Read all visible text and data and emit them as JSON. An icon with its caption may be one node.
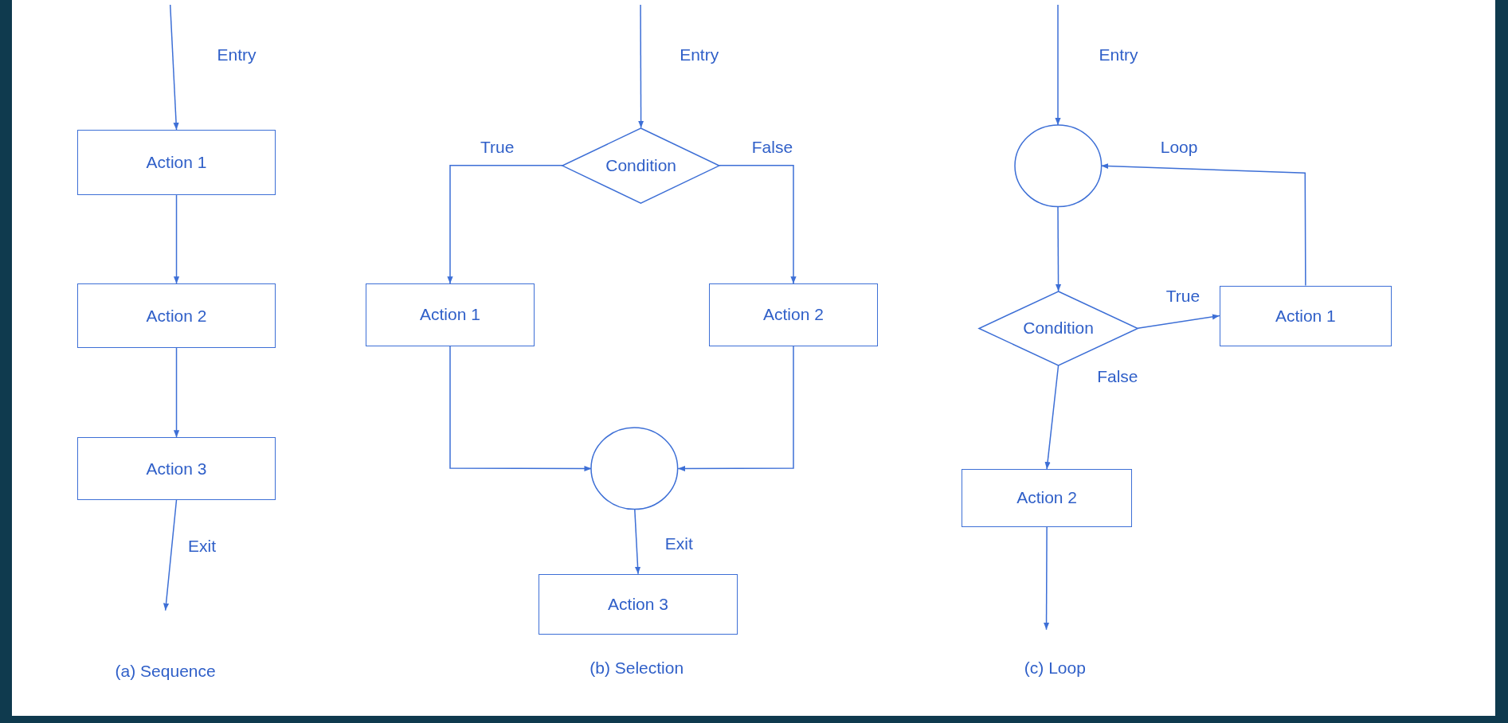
{
  "diagram": {
    "nodes": [
      {
        "text": [
          "Action 1"
        ]
      },
      {
        "text": [
          "Action 2"
        ]
      },
      {
        "text": [
          "Action 3"
        ]
      },
      {
        "text": [
          "Condition"
        ]
      },
      {
        "text": [
          "Action 1"
        ]
      },
      {
        "text": [
          "Action 2"
        ]
      },
      {
        "text": [],
        "shape": "circle"
      },
      {
        "text": [
          "Action 3"
        ]
      },
      {
        "text": [],
        "shape": "circle"
      },
      {
        "text": [
          "Condition"
        ]
      },
      {
        "text": [
          "Action 1"
        ]
      },
      {
        "text": [
          "Action 2"
        ]
      }
    ],
    "edges": [
      {
        "from": null,
        "to": 0,
        "arrow": "to",
        "label": "Entry"
      },
      {
        "from": 0,
        "to": 1,
        "arrow": "to"
      },
      {
        "from": 1,
        "to": 2,
        "arrow": "to"
      },
      {
        "from": 2,
        "to": null,
        "arrow": "to",
        "label": "Exit"
      },
      {
        "from": null,
        "to": 3,
        "arrow": "to",
        "label": "Entry"
      },
      {
        "from": 3,
        "to": 4,
        "arrow": "to",
        "label": "True"
      },
      {
        "from": 3,
        "to": 5,
        "arrow": "to",
        "label": "False"
      },
      {
        "from": 4,
        "to": 6,
        "arrow": "to"
      },
      {
        "from": 5,
        "to": 6,
        "arrow": "to"
      },
      {
        "from": 6,
        "to": 7,
        "arrow": "to",
        "label": "Exit"
      },
      {
        "from": null,
        "to": 8,
        "arrow": "to",
        "label": "Entry"
      },
      {
        "from": 8,
        "to": 9,
        "arrow": "to"
      },
      {
        "from": 9,
        "to": 10,
        "arrow": "to",
        "label": "True"
      },
      {
        "from": 10,
        "to": 8,
        "arrow": "to",
        "label": "Loop"
      },
      {
        "from": 9,
        "to": 11,
        "arrow": "to",
        "label": "False"
      },
      {
        "from": 11,
        "to": null,
        "arrow": "to"
      }
    ],
    "labels": [
      "(a) Sequence",
      "(b) Selection",
      "(c) Loop"
    ]
  }
}
